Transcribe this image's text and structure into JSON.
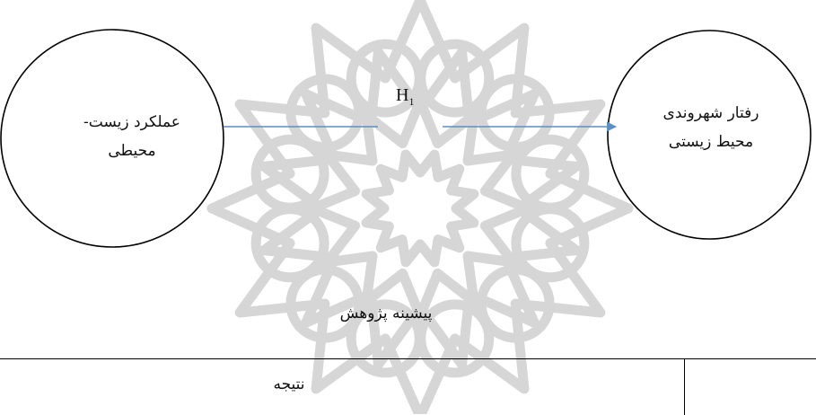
{
  "diagram": {
    "left_node": {
      "line1": "عملکرد زیست-",
      "line2": "محیطی"
    },
    "right_node": {
      "line1": "رفتار شهروندی",
      "line2": "محیط زیستی"
    },
    "hypothesis": {
      "letter": "H",
      "index": "1"
    },
    "section_title": "پیشینه پژوهش",
    "table": {
      "result_header": "نتیجه"
    },
    "colors": {
      "arrow": "#5b8fc7",
      "watermark": "#d6d6d6",
      "node_stroke": "#000000"
    }
  }
}
